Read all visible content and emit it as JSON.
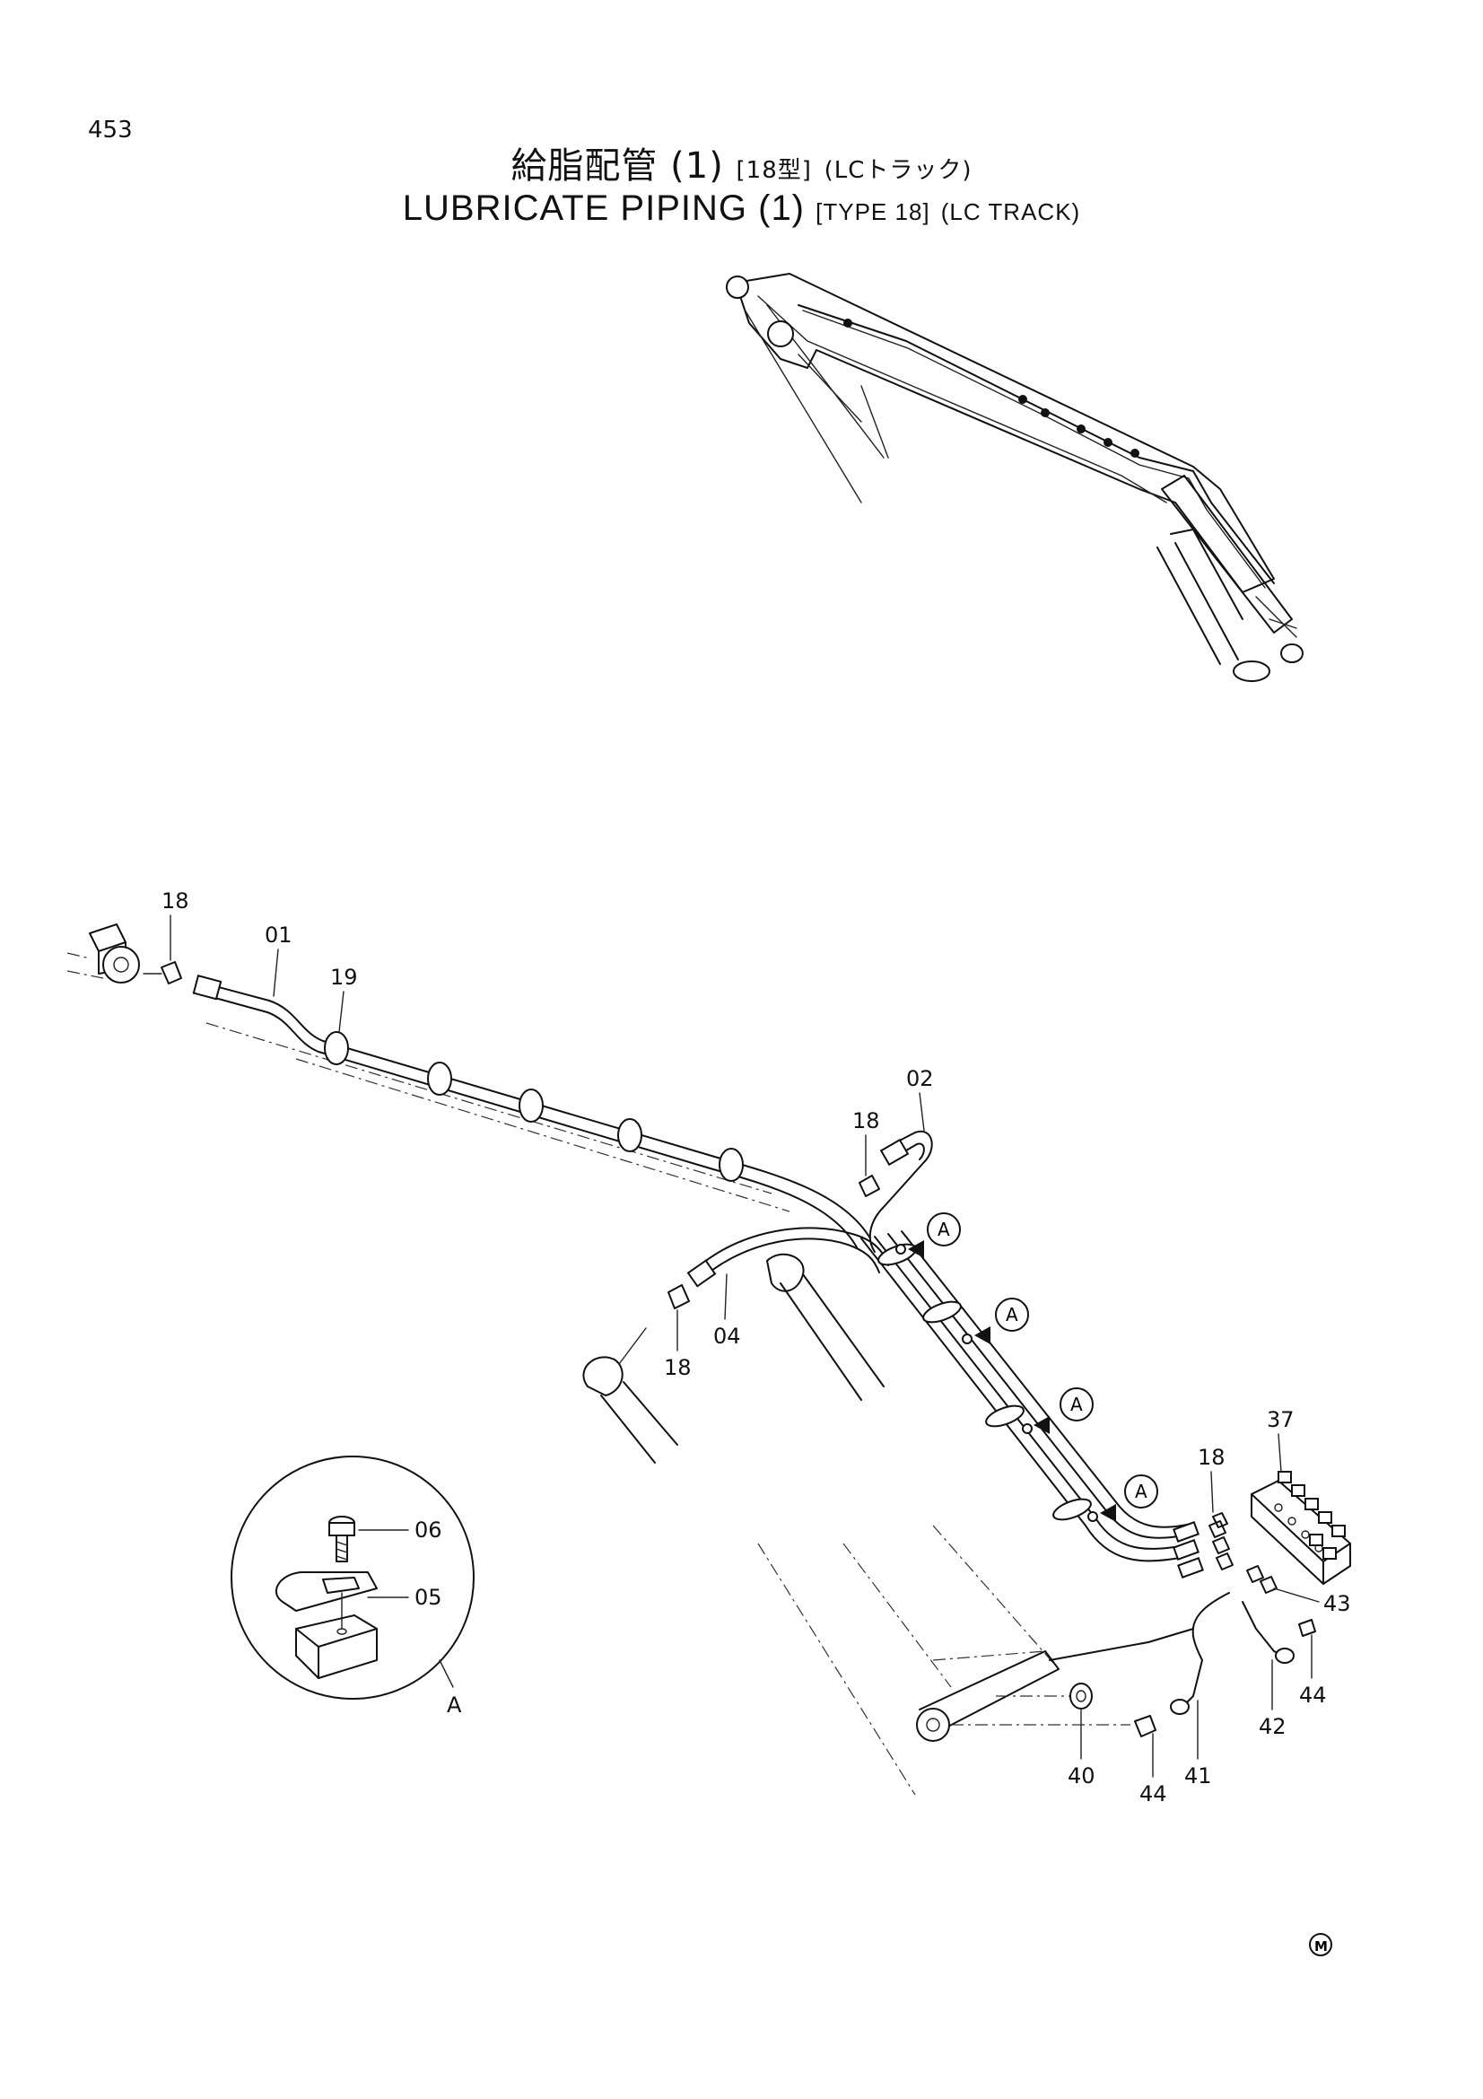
{
  "page_number": "453",
  "title_jp": {
    "main": "給脂配管 (1)",
    "type": "[18型]",
    "track": "(LCトラック)"
  },
  "title_en": {
    "main": "LUBRICATE PIPING (1)",
    "type": "[TYPE 18]",
    "track": "(LC TRACK)"
  },
  "callout_marker": "A",
  "detail_label": "A",
  "part_labels": {
    "p18a": "18",
    "p01": "01",
    "p19": "19",
    "p02": "02",
    "p18b": "18",
    "p04": "04",
    "p18c": "18",
    "p37": "37",
    "p18d": "18",
    "p43": "43",
    "p44a": "44",
    "p42": "42",
    "p41": "41",
    "p40": "40",
    "p44b": "44",
    "p06": "06",
    "p05": "05"
  },
  "footer_mark": "M"
}
